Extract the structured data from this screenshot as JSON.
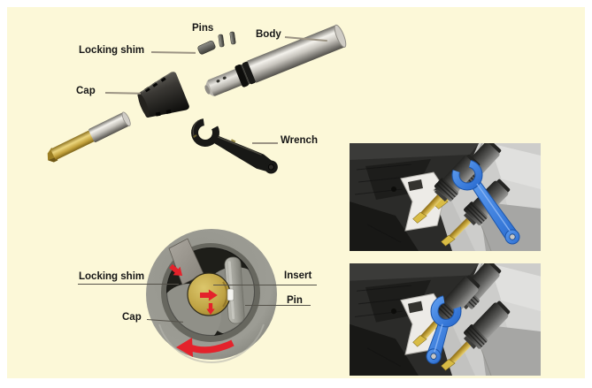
{
  "figure": {
    "panel_color": "#FCF8D8",
    "accent_red": "#E4222B",
    "wrench_blue": "#2F7BE0",
    "insert_gold": "#C9AD4E"
  },
  "exploded_view": {
    "labels": {
      "pins": "Pins",
      "body": "Body",
      "locking_shim": "Locking shim",
      "cap": "Cap",
      "wrench": "Wrench"
    }
  },
  "detail_view": {
    "labels": {
      "locking_shim": "Locking shim",
      "cap": "Cap",
      "insert": "Insert",
      "pin": "Pin"
    }
  }
}
